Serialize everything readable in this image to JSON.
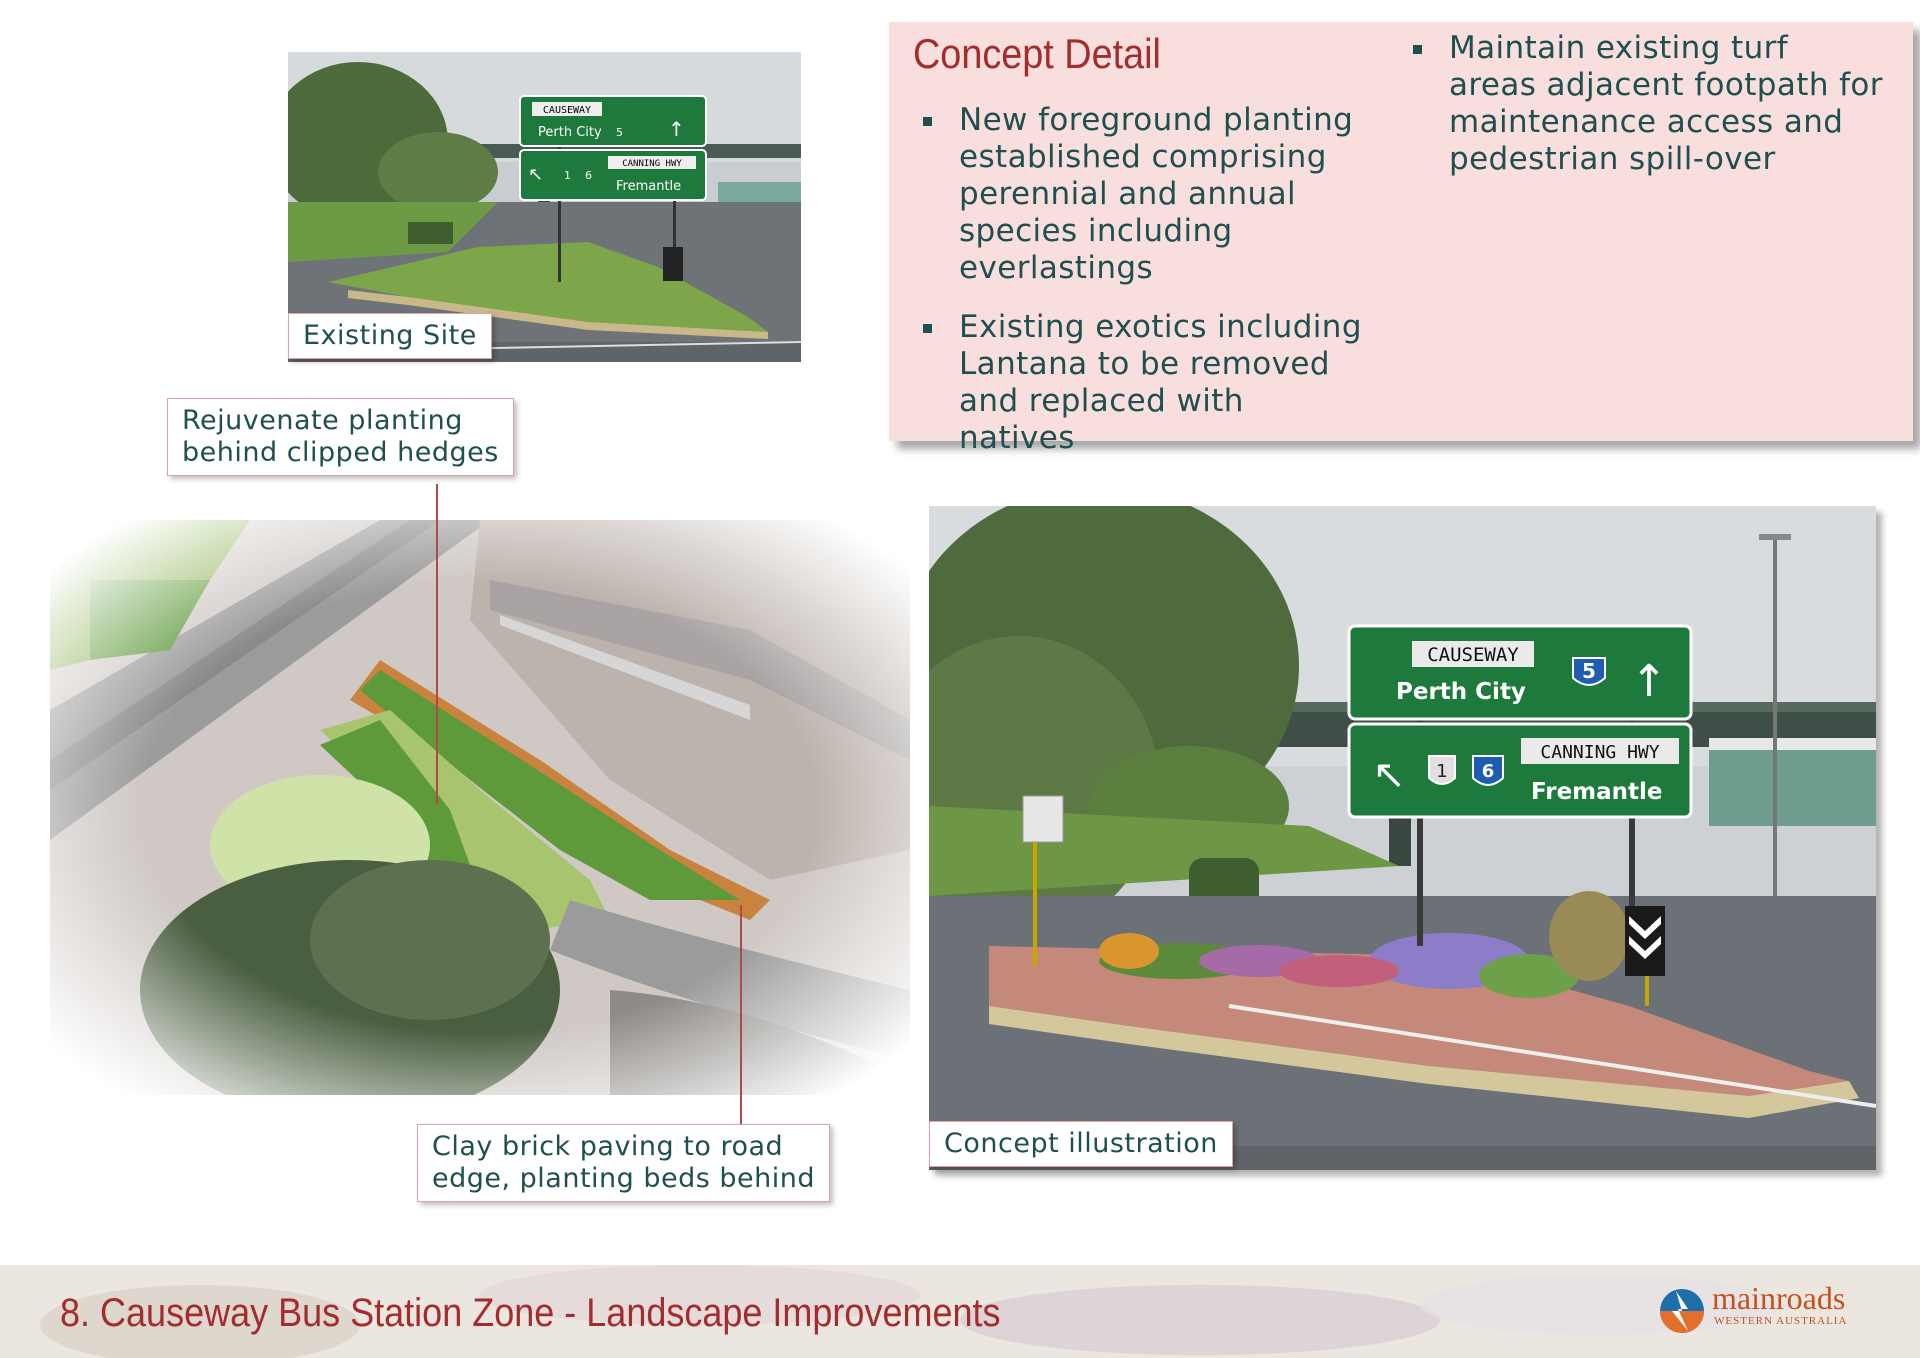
{
  "concept": {
    "title": "Concept Detail",
    "bullets_left": [
      "New foreground planting established  comprising perennial and annual species including everlastings",
      "Existing exotics including Lantana to be removed and replaced with natives"
    ],
    "bullets_right": [
      "Maintain existing turf areas adjacent footpath for maintenance access and pedestrian spill-over"
    ]
  },
  "labels": {
    "existing_site": "Existing Site",
    "rejuvenate": [
      "Rejuvenate planting",
      "behind clipped hedges"
    ],
    "clay_brick": [
      "Clay brick paving to road",
      "edge, planting beds behind"
    ],
    "concept_illustration": "Concept illustration"
  },
  "signs": {
    "causeway": "CAUSEWAY",
    "perth_city": "Perth City",
    "route_5": "5",
    "canning_hwy": "CANNING HWY",
    "fremantle": "Fremantle",
    "route_1": "1",
    "route_6": "6"
  },
  "footer": {
    "title": "8. Causeway Bus Station Zone - Landscape Improvements",
    "logo_main": "mainroads",
    "logo_sub": "WESTERN AUSTRALIA"
  },
  "colors": {
    "accent_red": "#a32d2d",
    "text_teal": "#1f4f4f",
    "panel_pink": "#f9dede",
    "sign_green": "#1e7a3c",
    "logo_orange": "#c5511c",
    "logo_blue": "#1e6fa8"
  }
}
